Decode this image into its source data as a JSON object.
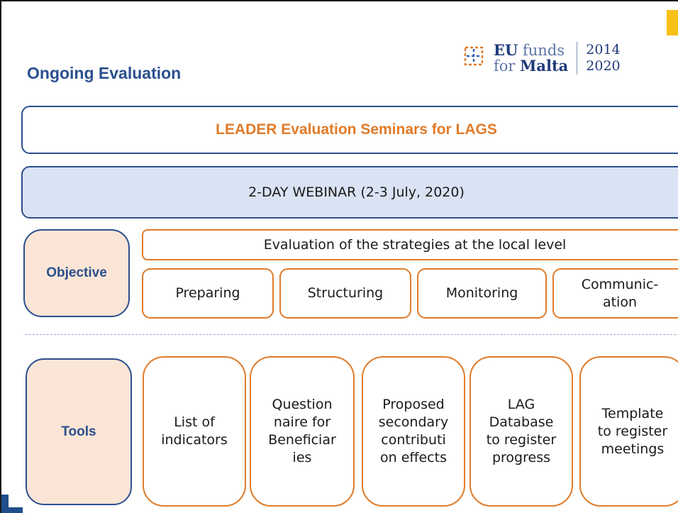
{
  "header": {
    "title": "Ongoing Evaluation",
    "logo": {
      "line1_bold": "EU",
      "line1_rest": " funds",
      "line2_rest": "for ",
      "line2_bold": "Malta",
      "year_start": "2014",
      "year_end": "2020",
      "icon": "eu-funds-cross-icon"
    }
  },
  "seminar_title": "LEADER Evaluation Seminars for LAGS",
  "webinar_label": "2-DAY WEBINAR (2-3 July, 2020)",
  "objective": {
    "label": "Objective",
    "headline": "Evaluation of the strategies at the local level",
    "steps": [
      "Preparing",
      "Structuring",
      "Monitoring",
      "Communic-\nation"
    ]
  },
  "tools": {
    "label": "Tools",
    "items": [
      "List of\nindicators",
      "Question\nnaire for\nBeneficiar\nies",
      "Proposed\nsecondary\ncontributi\non effects",
      "LAG\nDatabase\nto register\nprogress",
      "Template\nto register\nmeetings"
    ]
  },
  "colors": {
    "navy": "#2b4f8e",
    "orange": "#e07b29",
    "light_blue": "#dae3f3",
    "peach": "#fbe5d6",
    "yellow_accent": "#f6c018"
  }
}
